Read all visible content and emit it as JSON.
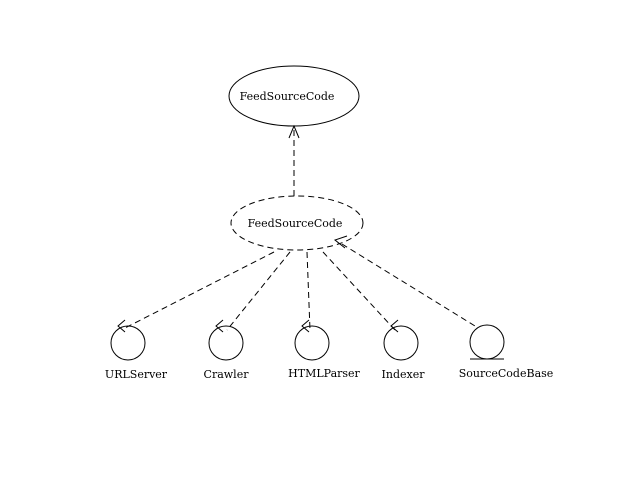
{
  "diagram": {
    "top_usecase": {
      "label": "FeedSourceCode"
    },
    "realization": {
      "label": "FeedSourceCode"
    },
    "objects": [
      {
        "label": "URLServer",
        "kind": "control"
      },
      {
        "label": "Crawler",
        "kind": "control"
      },
      {
        "label": "HTMLParser",
        "kind": "control"
      },
      {
        "label": "Indexer",
        "kind": "control"
      },
      {
        "label": "SourceCodeBase",
        "kind": "entity"
      }
    ]
  }
}
